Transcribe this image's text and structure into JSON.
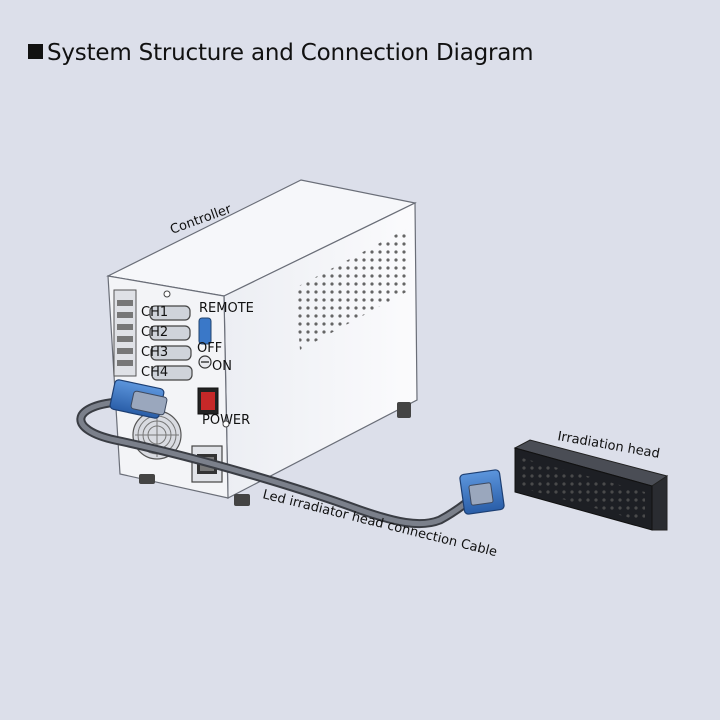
{
  "title": "System Structure and Connection Diagram",
  "labels": {
    "controller": "Controller",
    "irradiation_head": "Irradiation head",
    "cable": "Led  irradiator head connection Cable"
  },
  "panel": {
    "remote": "REMOTE",
    "power": "POWER",
    "connectors": [
      "CH1",
      "CH2",
      "CH3",
      "CH4"
    ],
    "switch": [
      "OFF",
      "ON"
    ]
  },
  "colors": {
    "background": "#dcdfea",
    "connector_blue": "#3a78c8",
    "power_switch": "#c62828",
    "cable": "#555a63"
  }
}
